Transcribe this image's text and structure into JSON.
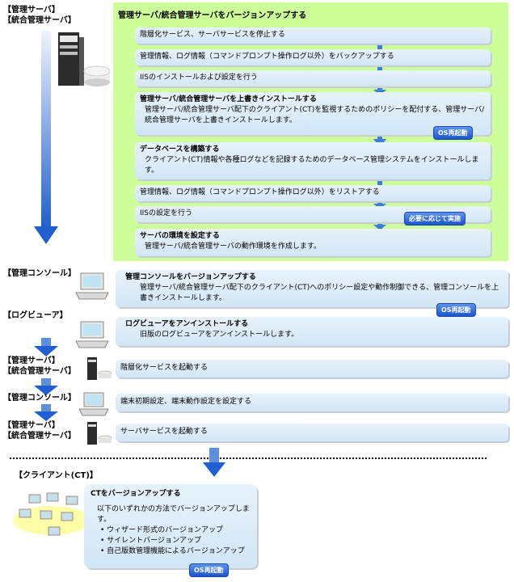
{
  "roles": {
    "server1": "【管理サーバ】\n【統合管理サーバ】",
    "console1": "【管理コンソール】",
    "viewer": "【ログビューア】",
    "server2": "【管理サーバ】\n【統合管理サーバ】",
    "console2": "【管理コンソール】",
    "server3": "【管理サーバ】\n【統合管理サーバ】",
    "client": "【クライアント(CT)】"
  },
  "server_upgrade": {
    "title": "管理サーバ/統合管理サーバをバージョンアップする",
    "steps": [
      {
        "text": "階層化サービス、サーバサービスを停止する"
      },
      {
        "text": "管理情報、ログ情報（コマンドプロンプト操作ログ以外）をバックアップする"
      },
      {
        "text": "IISのインストールおよび設定を行う"
      },
      {
        "heading": "管理サーバ/統合管理サーバを上書きインストールする",
        "desc": "管理サーバ/統合管理サーバ配下のクライアント(CT)を監視するためのポリシーを配付する、管理サーバ/統合管理サーバを上書きインストールします。",
        "badge": "OS再起動"
      },
      {
        "heading": "データベースを構築する",
        "desc": "クライアント(CT)情報や各種ログなどを記録するためのデータベース管理システムをインストールします。"
      },
      {
        "text": "管理情報、ログ情報（コマンドプロンプト操作ログ以外）をリストアする"
      },
      {
        "text": "IISの設定を行う",
        "badge": "必要に応じて実施"
      },
      {
        "heading": "サーバの環境を設定する",
        "desc": "管理サーバ/統合管理サーバの動作環境を作成します。"
      }
    ]
  },
  "console_upgrade": {
    "heading": "管理コンソールをバージョンアップする",
    "desc": "管理サーバ/統合管理サーバ配下のクライアント(CT)へのポリシー設定や動作制御できる、管理コンソールを上書きインストールします。",
    "badge": "OS再起動"
  },
  "viewer_uninstall": {
    "heading": "ログビューアをアンインストールする",
    "desc": "旧版のログビューアをアンインストールします。"
  },
  "start_tiered": {
    "text": "階層化サービスを起動する"
  },
  "terminal_settings": {
    "text": "端末初期設定、端末動作設定を設定する"
  },
  "start_server": {
    "text": "サーバサービスを起動する"
  },
  "client_upgrade": {
    "heading": "CTをバージョンアップする",
    "desc": "以下のいずれかの方法でバージョンアップします。",
    "methods": [
      "ウィザード形式のバージョンアップ",
      "サイレントバージョンアップ",
      "自己版数管理機能によるバージョンアップ"
    ],
    "badge": "OS再起動"
  },
  "colors": {
    "green": "#ccff99",
    "step": "#dbeaf7",
    "arrow": "#2f6fd6",
    "badge": "#2a63d8"
  }
}
